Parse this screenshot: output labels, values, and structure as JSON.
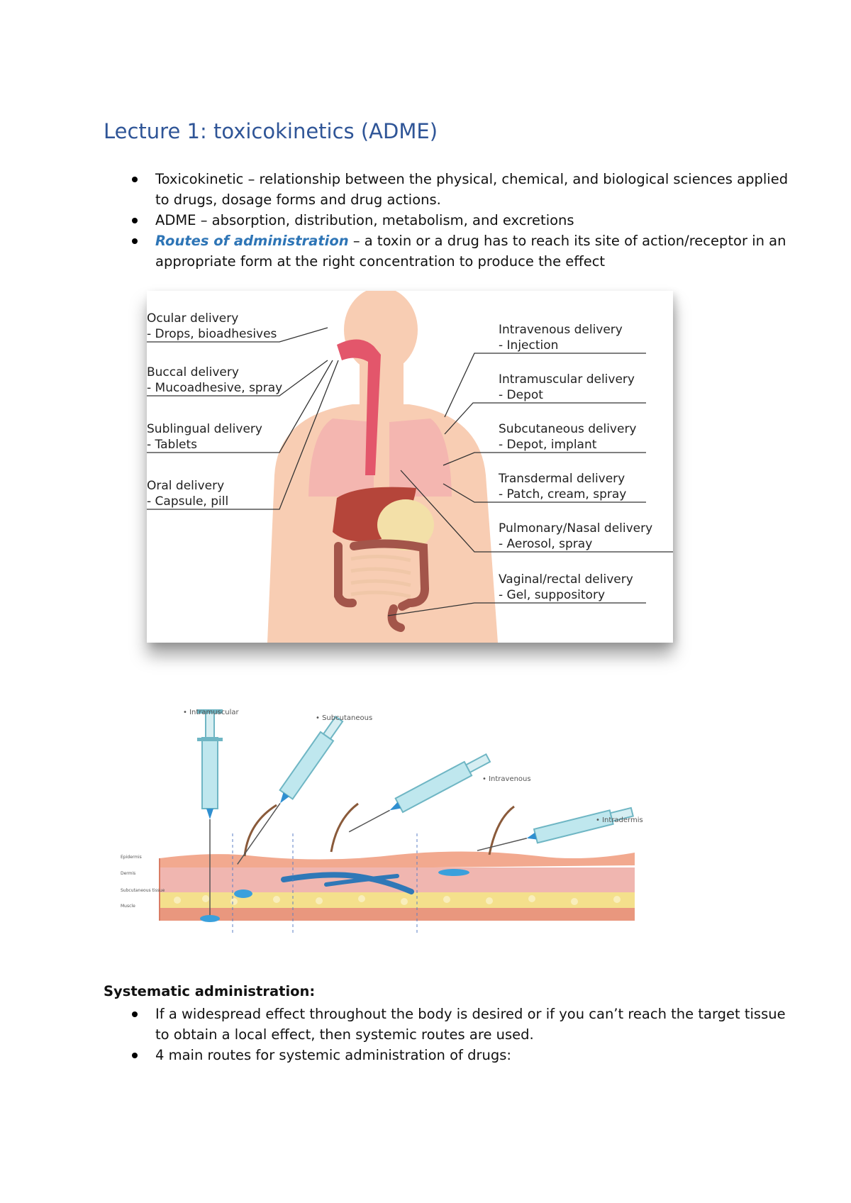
{
  "title": "Lecture 1: toxicokinetics (ADME)",
  "bullets": [
    {
      "text": "Toxicokinetic – relationship between the physical, chemical, and biological sciences applied to drugs, dosage forms and drug actions."
    },
    {
      "text": "ADME – absorption, distribution, metabolism, and excretions"
    },
    {
      "term": "Routes of administration",
      "text": " – a toxin or a drug has to reach its site of action/receptor in an appropriate form at the right concentration to produce the effect"
    }
  ],
  "figure1": {
    "left_labels": [
      {
        "name": "Ocular delivery",
        "detail": "- Drops, bioadhesives"
      },
      {
        "name": "Buccal delivery",
        "detail": "- Mucoadhesive, spray"
      },
      {
        "name": "Sublingual delivery",
        "detail": "- Tablets"
      },
      {
        "name": "Oral delivery",
        "detail": "- Capsule, pill"
      }
    ],
    "right_labels": [
      {
        "name": "Intravenous delivery",
        "detail": "- Injection"
      },
      {
        "name": "Intramuscular delivery",
        "detail": "- Depot"
      },
      {
        "name": "Subcutaneous delivery",
        "detail": "- Depot, implant"
      },
      {
        "name": "Transdermal delivery",
        "detail": "- Patch, cream, spray"
      },
      {
        "name": "Pulmonary/Nasal delivery",
        "detail": "- Aerosol, spray"
      },
      {
        "name": "Vaginal/rectal delivery",
        "detail": "- Gel, suppository"
      }
    ],
    "colors": {
      "skin": "#f8cdb3",
      "organ": "#b5453a",
      "lung": "#f4b6b0",
      "stomach": "#f3e0a8"
    }
  },
  "figure2": {
    "labels": [
      "• Intramuscular",
      "• Subcutaneous",
      "• Intravenous",
      "• Intradermis"
    ],
    "layer_labels": [
      "Epidermis",
      "Dermis",
      "Subcutaneous tissue",
      "Muscle"
    ]
  },
  "section": {
    "heading": "Systematic administration:",
    "bullets": [
      "If a widespread effect throughout the body is desired or if you can’t reach the target tissue to obtain a local effect, then systemic routes are used.",
      "4 main routes for systemic administration of drugs:"
    ]
  }
}
